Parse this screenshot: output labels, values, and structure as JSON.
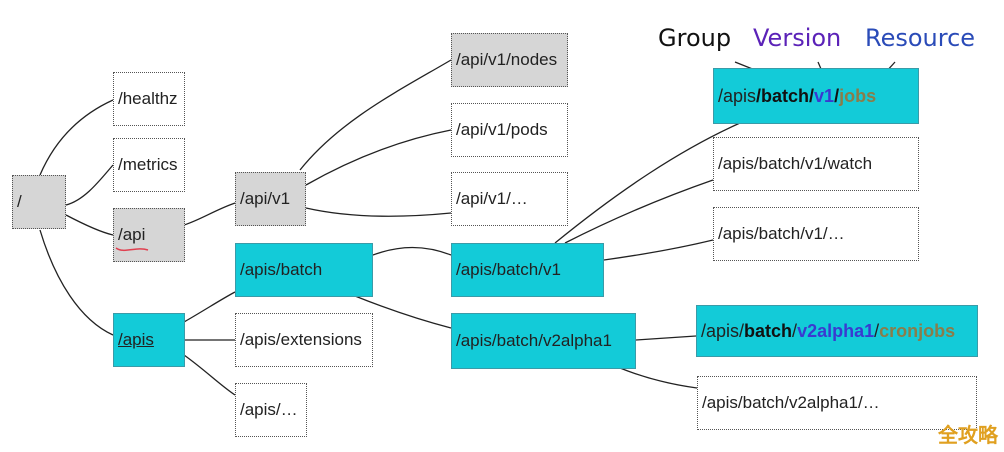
{
  "legend": {
    "group": "Group",
    "version": "Version",
    "resource": "Resource",
    "colors": {
      "group": "#111111",
      "version": "#5b22b8",
      "resource": "#2a4bb8"
    }
  },
  "nodes": {
    "root": "/",
    "healthz": "/healthz",
    "metrics": "/metrics",
    "api": "/api",
    "apis": "/apis",
    "api_v1": "/api/v1",
    "api_v1_nodes": "/api/v1/nodes",
    "api_v1_pods": "/api/v1/pods",
    "api_v1_more": "/api/v1/…",
    "apis_batch": "/apis/batch",
    "apis_extensions": "/apis/extensions",
    "apis_more": "/apis/…",
    "apis_batch_v1": "/apis/batch/v1",
    "apis_batch_v2alpha1": "/apis/batch/v2alpha1",
    "batch_v1_watch": "/apis/batch/v1/watch",
    "batch_v1_more": "/apis/batch/v1/…",
    "batch_v2alpha1_more": "/apis/batch/v2alpha1/…"
  },
  "highlight_jobs": {
    "prefix": "/apis",
    "group": "/batch/",
    "version": "v1",
    "sep": "/",
    "resource": "jobs",
    "resource_color": "#8a7d4a"
  },
  "highlight_cronjobs": {
    "prefix": "/apis/",
    "group": "batch",
    "sep1": "/",
    "version": "v2alpha1",
    "sep2": "/",
    "resource": "cronjobs",
    "resource_color": "#8a7d4a"
  },
  "colors": {
    "cyan": "#13cbd8",
    "gray": "#d6d6d6",
    "underline": "#e04050"
  },
  "watermark": "全攻略"
}
